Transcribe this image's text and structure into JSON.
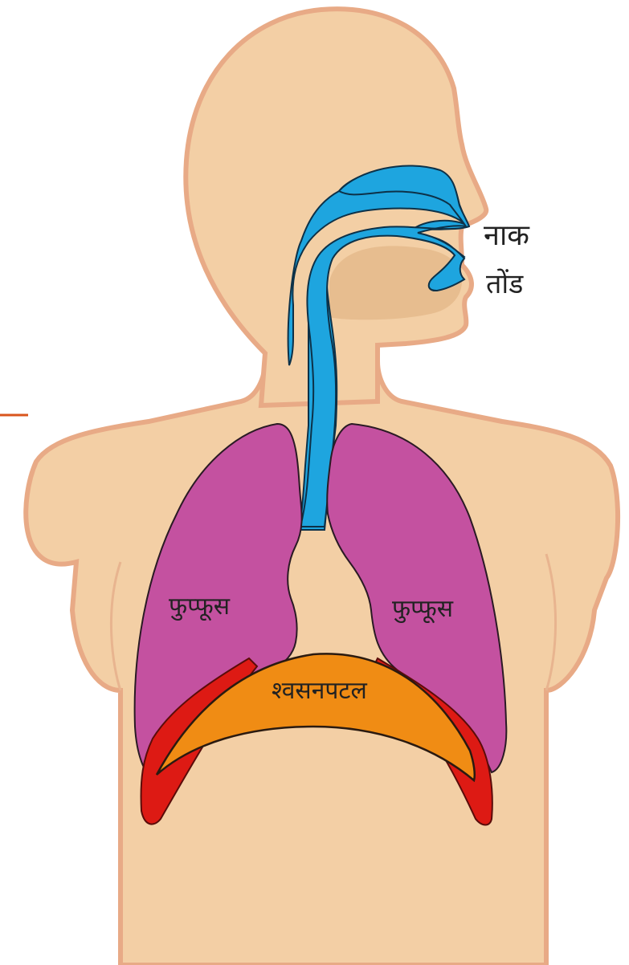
{
  "labels": {
    "nose": "नाक",
    "mouth": "तोंड",
    "left_lung": "फुप्फूस",
    "right_lung": "फुप्फूस",
    "diaphragm": "श्वसनपटल"
  },
  "colors": {
    "skin": "#f3cfa5",
    "skin_outline": "#e8aa86",
    "mouth_cavity": "#e7bd8f",
    "airway": "#1ea5df",
    "lung": "#c451a0",
    "diaphragm": "#f08c14",
    "muscle": "#dd1a14",
    "pointer_line": "#d9551c"
  }
}
